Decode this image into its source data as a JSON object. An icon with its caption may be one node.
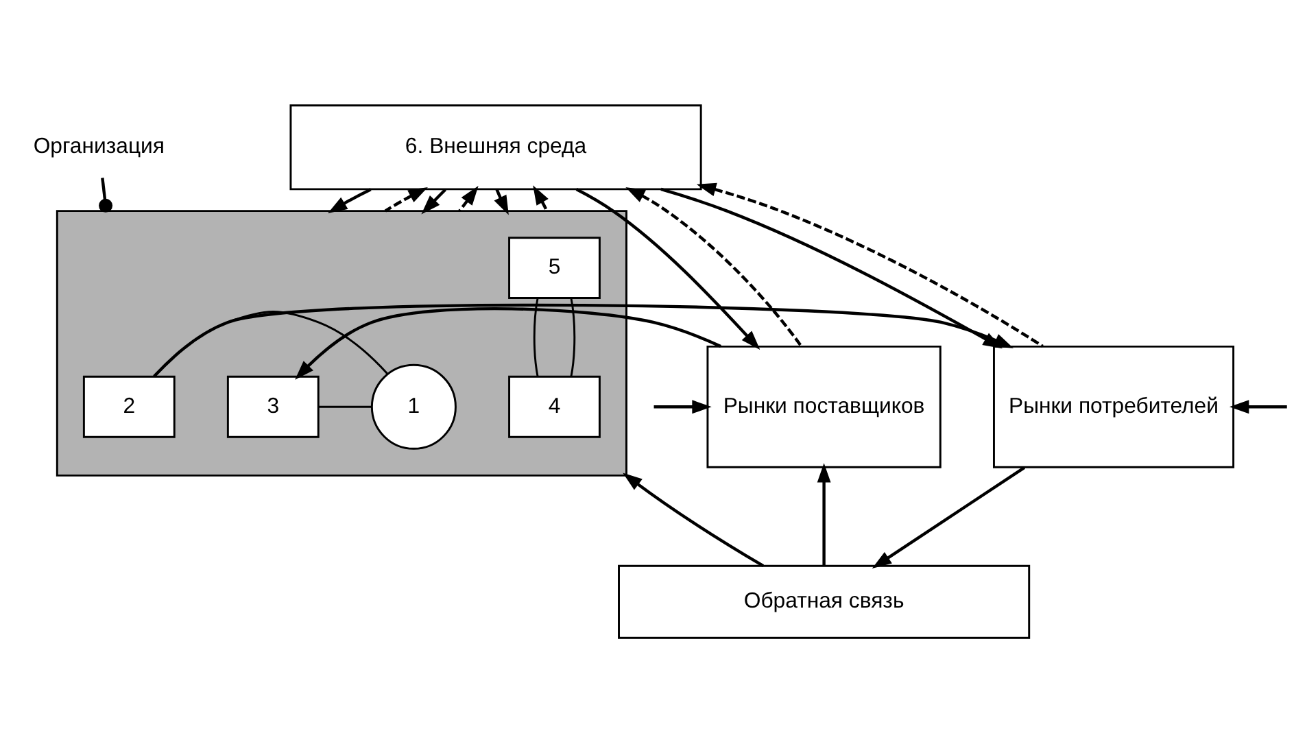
{
  "diagram": {
    "nodes": [
      {
        "text": [
          "Организация"
        ]
      },
      {
        "text": [
          "6. Внешняя среда"
        ]
      },
      {
        "text": [
          "Рынки поставщиков"
        ]
      },
      {
        "text": [],
        "shape": "box"
      },
      {
        "text": [
          "5"
        ],
        "in": 3
      },
      {
        "text": [
          "3"
        ],
        "in": 3
      },
      {
        "text": [
          "1"
        ],
        "in": 3
      },
      {
        "text": [
          "2"
        ],
        "in": 3
      },
      {
        "text": [
          "4"
        ],
        "in": 3
      },
      {
        "text": [
          "Рынки потребителей"
        ]
      },
      {
        "text": [
          "Обратная связь"
        ]
      }
    ],
    "edges": [
      {
        "from": null,
        "to": 2,
        "arrow": "to"
      },
      {
        "from": 1,
        "to": 2,
        "arrow": "to"
      },
      {
        "from": 2,
        "to": 1,
        "arrow": "to",
        "style": "dashed"
      },
      {
        "from": 1,
        "to": 9,
        "arrow": "to"
      },
      {
        "from": 9,
        "to": 1,
        "arrow": "to",
        "style": "dashed"
      },
      {
        "from": 1,
        "to": 3,
        "arrow": "to"
      },
      {
        "from": 3,
        "to": 1,
        "arrow": "to",
        "style": "dashed"
      },
      {
        "from": 1,
        "to": 3,
        "arrow": "to"
      },
      {
        "from": 3,
        "to": 1,
        "arrow": "to",
        "style": "dashed"
      },
      {
        "from": 1,
        "to": 3,
        "arrow": "to"
      },
      {
        "from": 3,
        "to": 1,
        "arrow": "to",
        "style": "dashed"
      },
      {
        "from": 0,
        "to": 3,
        "arrow": "other"
      },
      {
        "from": 2,
        "to": 5,
        "arrow": "to"
      },
      {
        "from": 5,
        "to": 6,
        "arrow": "none"
      },
      {
        "from": 6,
        "to": 7,
        "arrow": "none"
      },
      {
        "from": 4,
        "to": 8,
        "arrow": "none"
      },
      {
        "from": 4,
        "to": 8,
        "arrow": "none"
      },
      {
        "from": 7,
        "to": 9,
        "arrow": "to"
      },
      {
        "from": null,
        "to": 9,
        "arrow": "to"
      },
      {
        "from": 9,
        "to": 10,
        "arrow": "to"
      },
      {
        "from": 10,
        "to": 2,
        "arrow": "to"
      },
      {
        "from": 10,
        "to": 3,
        "arrow": "to"
      }
    ]
  }
}
